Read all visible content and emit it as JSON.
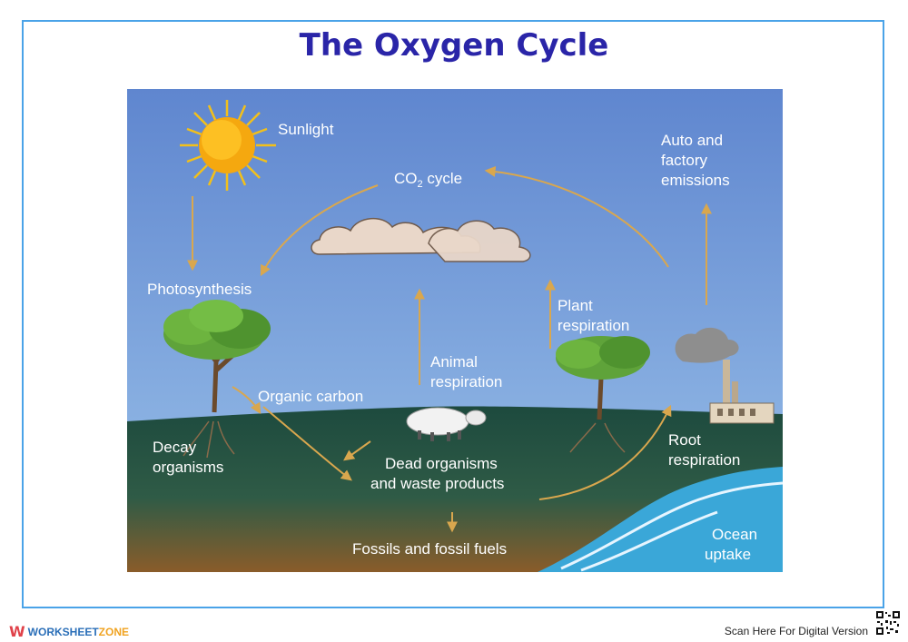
{
  "title": "The Oxygen Cycle",
  "labels": {
    "sunlight": "Sunlight",
    "co2_cycle_prefix": "CO",
    "co2_cycle_sub": "2",
    "co2_cycle_suffix": " cycle",
    "auto_emissions_1": "Auto  and",
    "auto_emissions_2": "factory",
    "auto_emissions_3": "emissions",
    "photosynthesis": "Photosynthesis",
    "plant_respiration_1": "Plant",
    "plant_respiration_2": "respiration",
    "animal_respiration_1": "Animal",
    "animal_respiration_2": "respiration",
    "organic_carbon": "Organic  carbon",
    "decay_1": "Decay",
    "decay_2": "organisms",
    "dead_1": "Dead  organisms",
    "dead_2": "and  waste  products",
    "root_1": "Root",
    "root_2": "respiration",
    "fossils": "Fossils  and  fossil  fuels",
    "ocean_1": "Ocean",
    "ocean_2": "uptake"
  },
  "footer": {
    "logo_main": "WORKSHEET",
    "logo_accent": "ZONE",
    "scan": "Scan Here For Digital Version"
  },
  "icons": [
    "sun-icon",
    "cloud-icon",
    "tree-icon",
    "sheep-icon",
    "factory-icon",
    "qr-code-icon",
    "worksheetzone-logo-icon"
  ],
  "colors": {
    "title": "#2a25a8",
    "frame": "#4aa3e8",
    "arrow": "#d9a74e",
    "label": "#ffffff"
  }
}
